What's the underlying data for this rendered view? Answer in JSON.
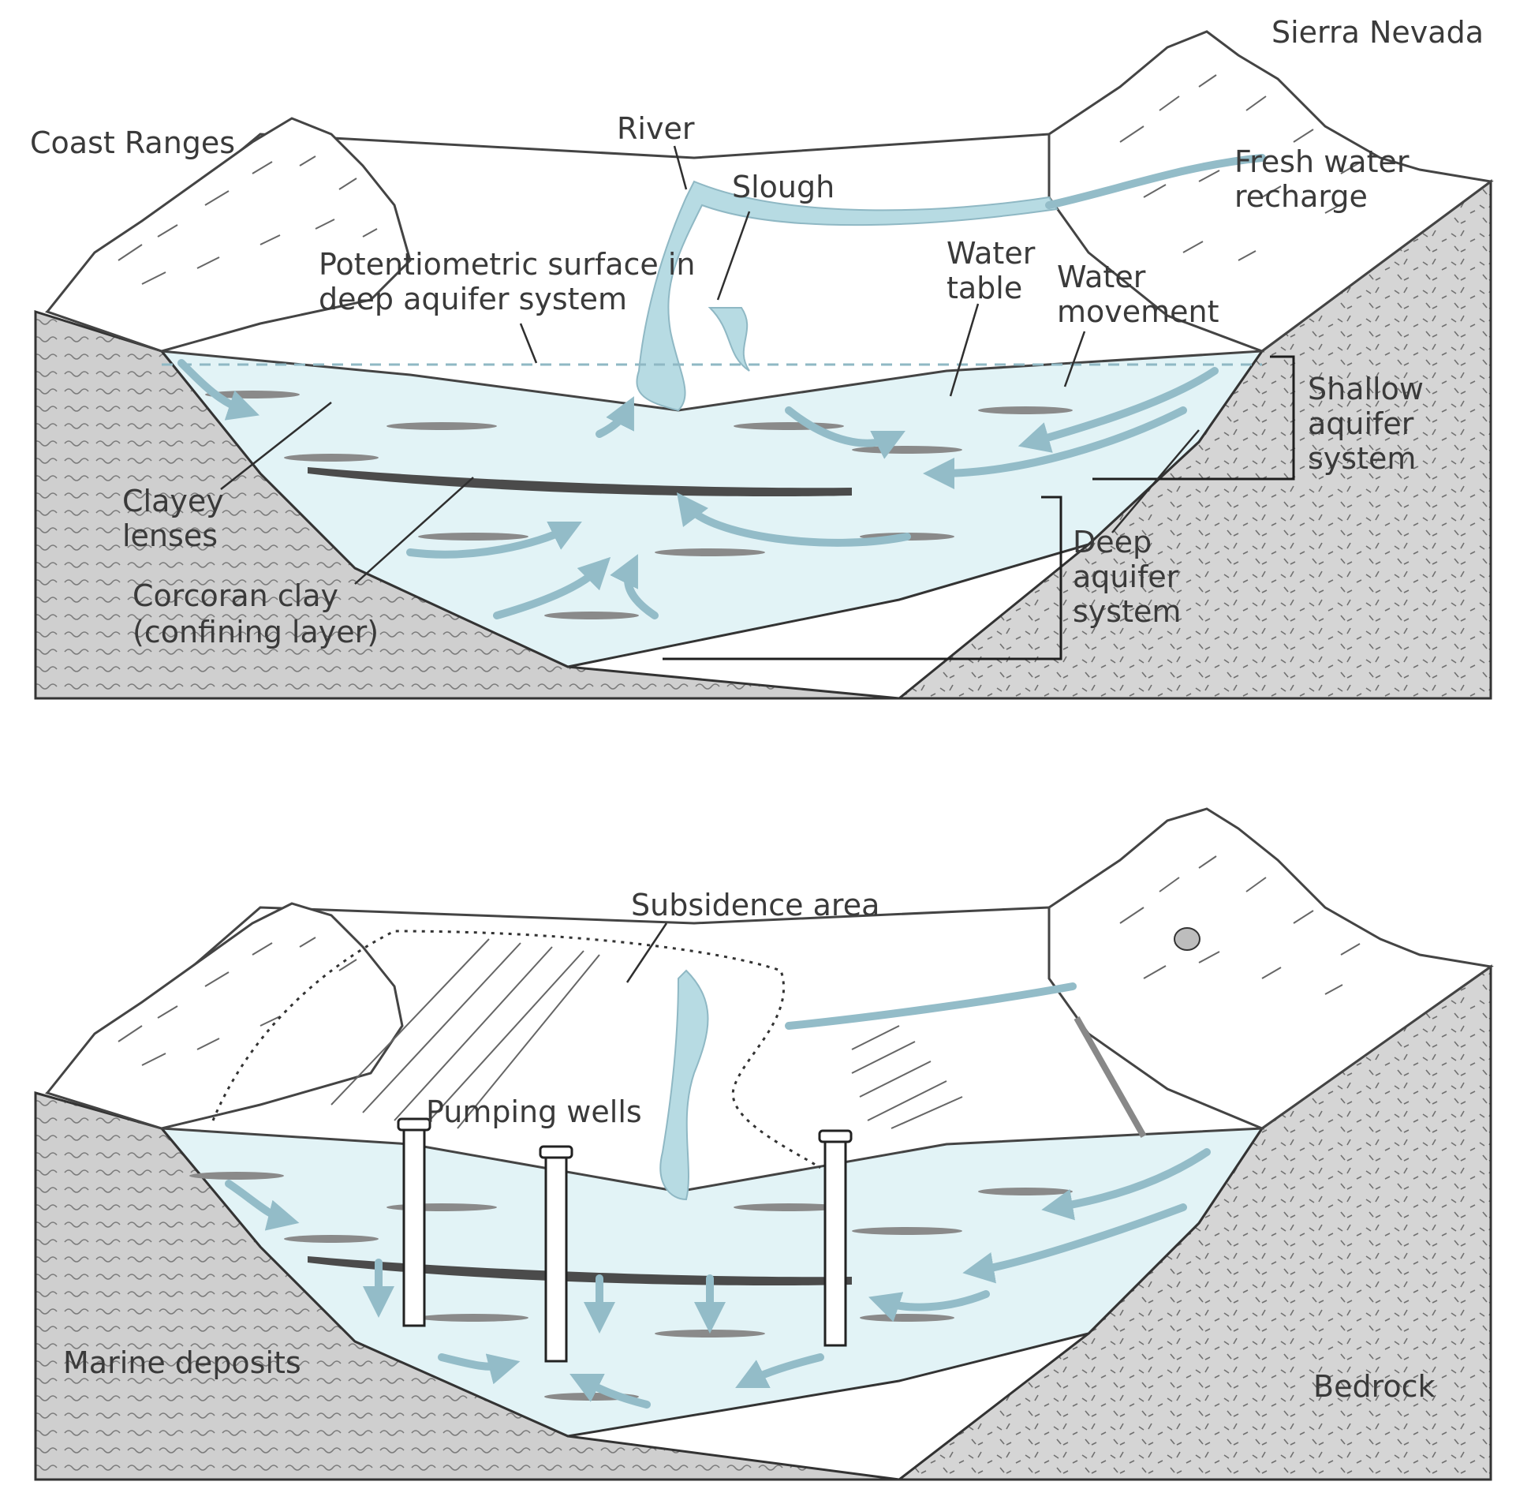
{
  "top_panel": {
    "labels": {
      "sierra_nevada": "Sierra Nevada",
      "coast_ranges": "Coast Ranges",
      "river": "River",
      "slough": "Slough",
      "fresh_water_recharge_1": "Fresh water",
      "fresh_water_recharge_2": "recharge",
      "potentiometric_1": "Potentiometric surface in",
      "potentiometric_2": "deep aquifer system",
      "water_table_1": "Water",
      "water_table_2": "table",
      "water_movement_1": "Water",
      "water_movement_2": "movement",
      "shallow_1": "Shallow",
      "shallow_2": "aquifer",
      "shallow_3": "system",
      "clayey_1": "Clayey",
      "clayey_2": "lenses",
      "corcoran_1": "Corcoran clay",
      "corcoran_2": "(confining layer)",
      "deep_1": "Deep",
      "deep_2": "aquifer",
      "deep_3": "system"
    }
  },
  "bottom_panel": {
    "labels": {
      "subsidence_area": "Subsidence area",
      "pumping_wells": "Pumping wells",
      "marine_deposits": "Marine deposits",
      "bedrock": "Bedrock"
    }
  },
  "colors": {
    "water": "#e2f3f6",
    "flow_arrow": "#93bcc8",
    "rock": "#cfcfcf",
    "clay": "#4b4b4b"
  }
}
